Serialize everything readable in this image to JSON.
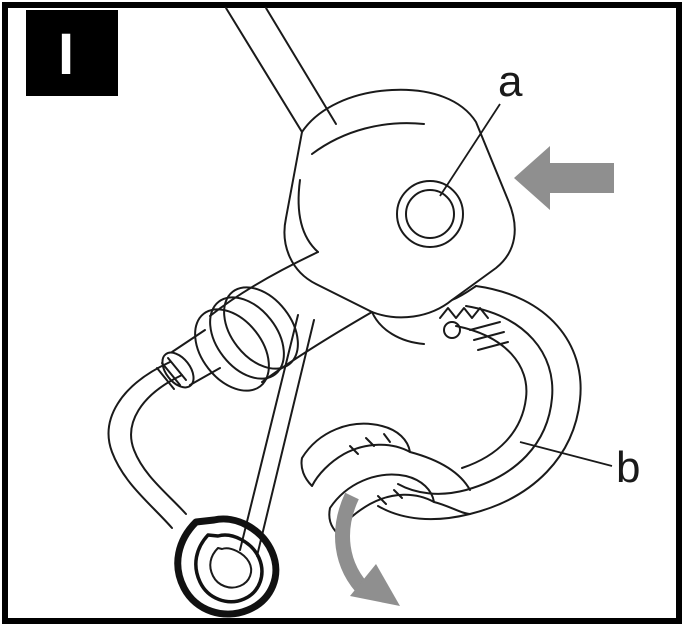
{
  "figure": {
    "panel_label": "I",
    "callout_a": "a",
    "callout_b": "b"
  },
  "icons": {
    "push_arrow": "thick-left-arrow-icon",
    "rotate_arrow": "curved-down-arrow-icon"
  },
  "colors": {
    "line": "#1a1a1a",
    "arrow": "#8f8f8f",
    "background": "#ffffff",
    "border": "#000000",
    "panel_bg": "#000000",
    "panel_text": "#ffffff"
  }
}
